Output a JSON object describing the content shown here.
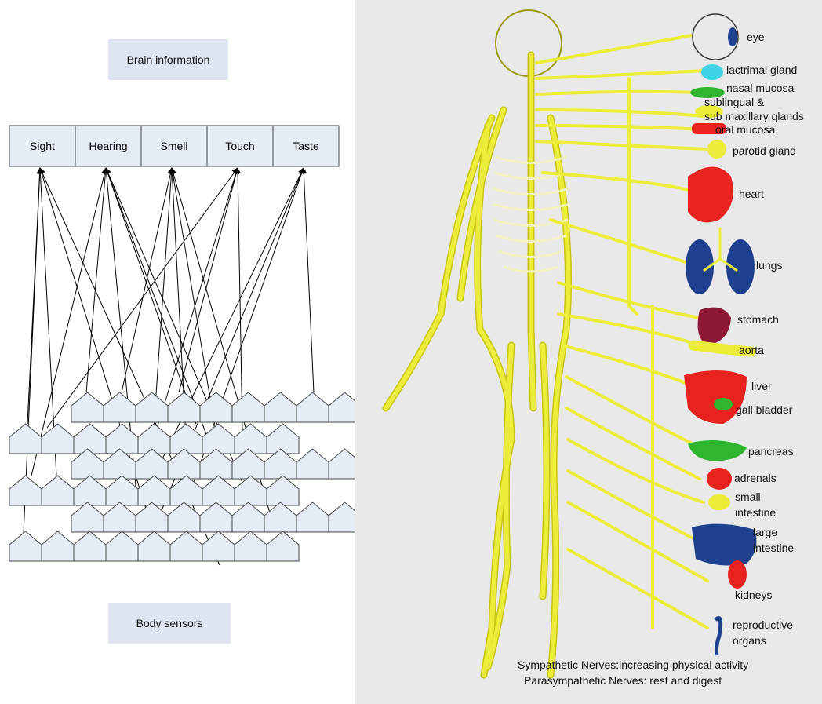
{
  "left_diagram": {
    "top_label": "Brain information",
    "bottom_label": "Body sensors",
    "senses": [
      "Sight",
      "Hearing",
      "Smell",
      "Touch",
      "Taste"
    ],
    "colors": {
      "box_fill": "#e6ecf6",
      "box_stroke": "#444444",
      "label_bg": "#dfe6f1"
    }
  },
  "right_figure": {
    "organs": [
      "eye",
      "lactrimal gland",
      "nasal mucosa",
      "sublingual &",
      "sub maxillary glands",
      "oral mucosa",
      "parotid gland",
      "heart",
      "lungs",
      "stomach",
      "aorta",
      "liver",
      "gall bladder",
      "pancreas",
      "adrenals",
      "small",
      "intestine",
      "large",
      "intestine",
      "kidneys",
      "reproductive",
      "organs"
    ],
    "caption_line1": "Sympathetic Nerves:increasing physical activity",
    "caption_line2": "Parasympathetic Nerves: rest and digest",
    "colors": {
      "background": "#e9e9e9",
      "nerve": "#ecec3a",
      "nerve_outline": "#9a9a10",
      "red": "#e8231f",
      "blue": "#1f3f8f",
      "green": "#2fb52f",
      "cyan": "#3fd3e6",
      "maroon": "#8e1636"
    }
  }
}
